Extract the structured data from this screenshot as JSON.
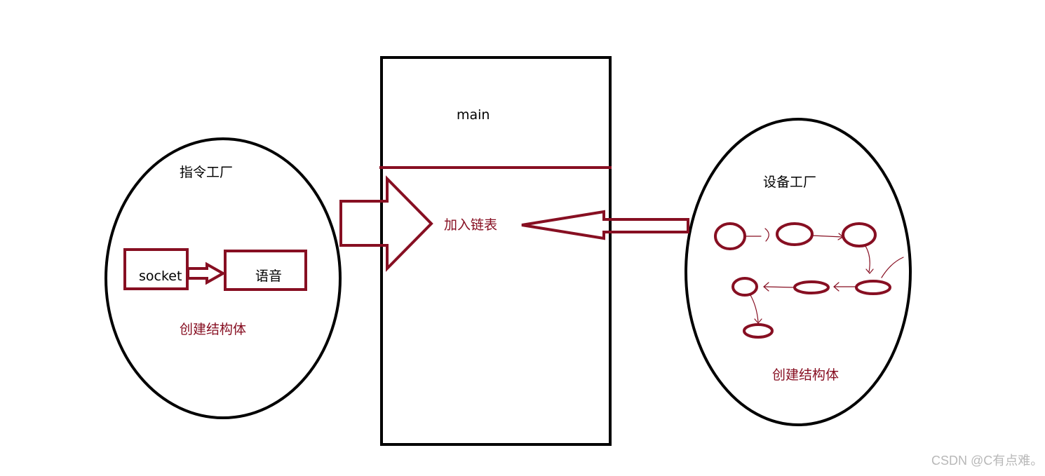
{
  "colors": {
    "accent": "#870f22",
    "stroke": "#000000",
    "watermark": "#b8b8b8",
    "background": "#ffffff"
  },
  "main_box": {
    "title": "main",
    "center_label": "加入链表"
  },
  "left_factory": {
    "title": "指令工厂",
    "box_socket": "socket",
    "box_voice": "语音",
    "footer": "创建结构体"
  },
  "right_factory": {
    "title": "设备工厂",
    "footer": "创建结构体"
  },
  "watermark": "CSDN @C有点难。"
}
